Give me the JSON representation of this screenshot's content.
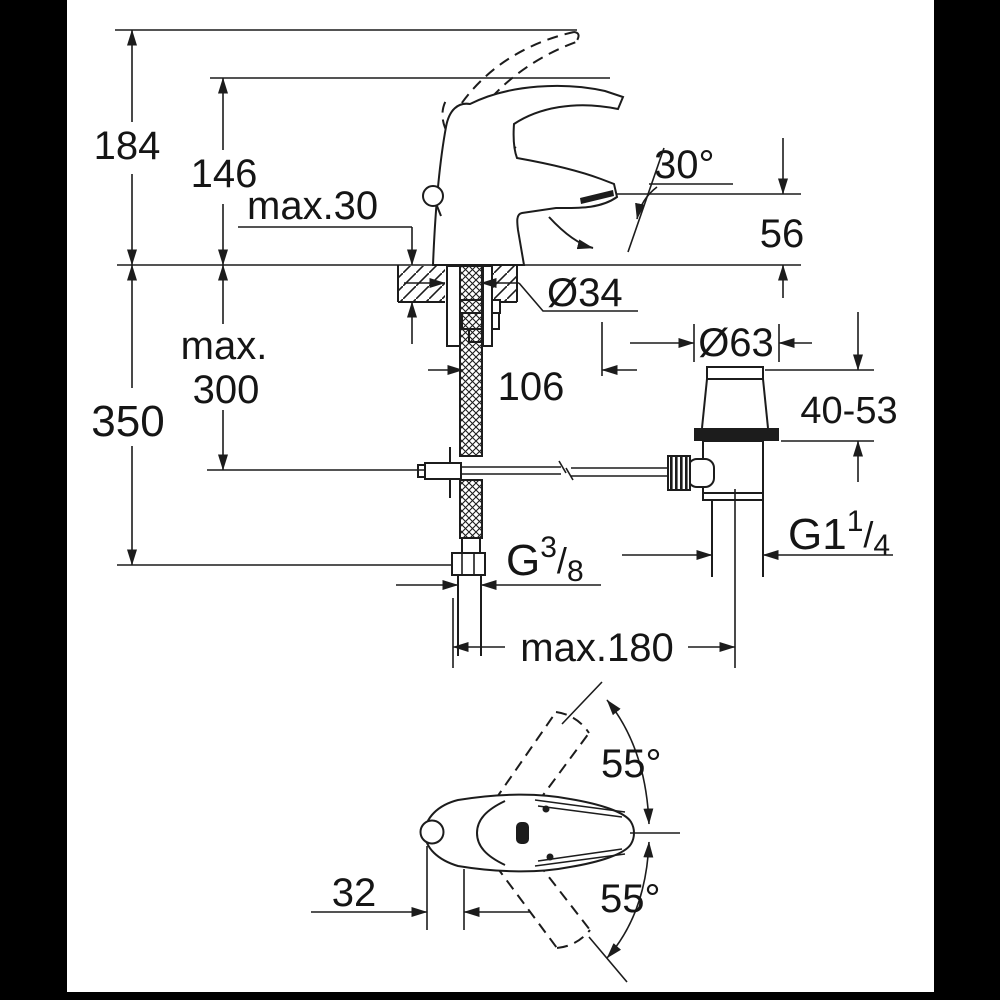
{
  "meta": {
    "kind": "technical dimensional drawing",
    "subject": "Single-lever basin mixer (faucet) with pop-up waste set",
    "views": [
      "side elevation with installation section",
      "plan view with handle swivel range"
    ],
    "units": "mm",
    "ink_color": "#1c1c1c",
    "paper_color": "#ffffff",
    "matte_color": "#000000"
  },
  "dims": {
    "overall_height": "184",
    "spout_top_height": "146",
    "max_deck_thickness": "max.30",
    "spray_angle": "30°",
    "spout_to_deck": "56",
    "below_deck_max_line1": "max.",
    "below_deck_max_line2": "300",
    "total_installation_depth": "350",
    "tap_hole_diameter": "Ø34",
    "spout_projection": "106",
    "waste_flange_diameter": "Ø63",
    "basin_thickness_range": "40-53",
    "supply_thread": {
      "prefix": "G",
      "sup": "3",
      "slash": "/",
      "sub": "8"
    },
    "waste_thread": {
      "prefix": "G1",
      "sup": "1",
      "slash": "/",
      "sub": "4"
    },
    "max_waste_offset": "max.180",
    "handle_swivel_upper": "55°",
    "handle_swivel_lower": "55°",
    "handle_center_offset": "32"
  }
}
